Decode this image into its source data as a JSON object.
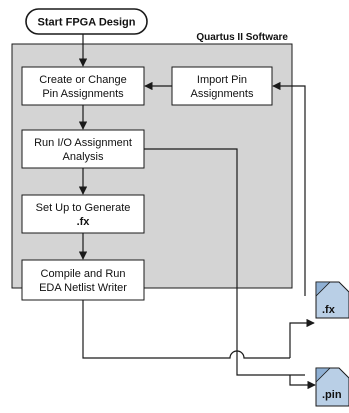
{
  "start": {
    "label": "Start FPGA Design"
  },
  "region": {
    "label": "Quartus II Software"
  },
  "steps": [
    {
      "line1": "Create or Change",
      "line2": "Pin Assignments"
    },
    {
      "line1": "Run I/O Assignment",
      "line2": "Analysis"
    },
    {
      "line1": "Set Up to Generate",
      "line2": ".fx"
    },
    {
      "line1": "Compile and Run",
      "line2": "EDA Netlist Writer"
    }
  ],
  "import_step": {
    "line1": "Import Pin",
    "line2": "Assignments"
  },
  "files": [
    {
      "label": ".fx"
    },
    {
      "label": ".pin"
    }
  ],
  "colors": {
    "region_fill": "#d4d4d4",
    "file_fill": "#b9cfe6",
    "file_fold": "#8fb0d4",
    "line": "#1a1a1a"
  }
}
